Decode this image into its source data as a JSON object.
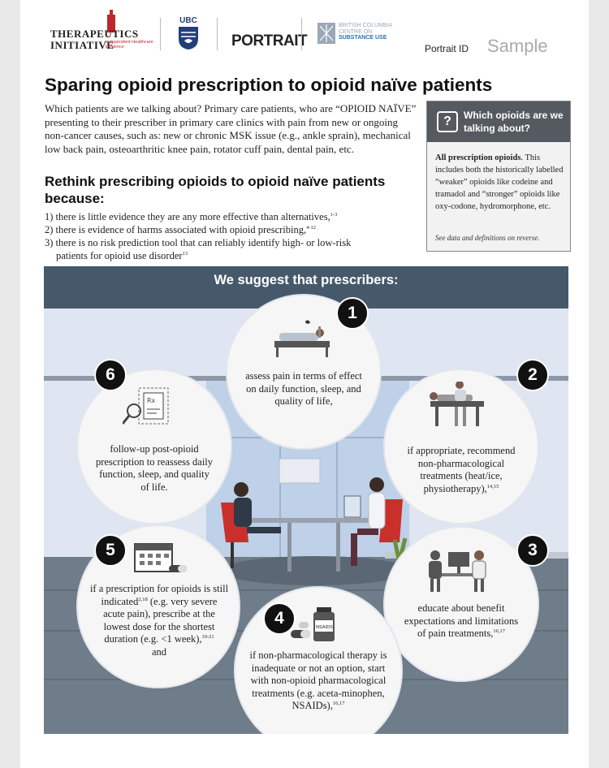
{
  "header": {
    "logos": {
      "ti_line1": "THERAPEUTICS",
      "ti_line2": "INITIATIVE",
      "ti_tagline": "Independent Healthcare Evidence",
      "ubc": "UBC",
      "portrait": "PORTRAIT",
      "bccsu_line1": "BRITISH COLUMBIA",
      "bccsu_line2": "CENTRE ON",
      "bccsu_line3": "SUBSTANCE USE"
    },
    "portrait_id_label": "Portrait ID",
    "portrait_id_value": "Sample"
  },
  "title": "Sparing opioid prescription to opioid naïve patients",
  "intro": "Which patients are we talking about? Primary care patients, who are “OPIOID NAÏVE” presenting to their prescriber in primary care clinics with pain from new or ongoing non-cancer causes, such as: new or chronic MSK issue (e.g., ankle sprain), mechanical low back pain, osteoarthritic knee pain, rotator cuff pain, dental pain, etc.",
  "rethink_heading": "Rethink prescribing opioids to opioid naïve patients because:",
  "reasons": [
    {
      "text": "1) there is little evidence they are any more effective than alternatives,",
      "ref": "1-3"
    },
    {
      "text": "2) there is evidence of harms associated with opioid prescribing,",
      "ref": "4-12"
    },
    {
      "text": "3) there is no risk prediction tool that can reliably identify high- or low-risk",
      "text2": "patients for opioid use disorder",
      "ref": "13"
    }
  ],
  "sidebar": {
    "icon": "question-icon",
    "title": "Which opioids are we talking about?",
    "body_bold": "All prescription opioids",
    "body": ". This includes both the historically labelled “weaker” opioids like codeine and tramadol and “stronger” opioids like oxy-codone, hydromorphone, etc.",
    "note": "See data and definitions on reverse."
  },
  "panel": {
    "title": "We suggest that prescribers:",
    "steps": [
      {
        "num": "1",
        "text": "assess pain in terms of effect on daily function, sleep, and quality of life,",
        "ref": "",
        "icon": "sleeping-patient-icon"
      },
      {
        "num": "2",
        "text": "if appropriate, recommend non-pharmacological treatments (heat/ice, physiotherapy),",
        "ref": "14,15",
        "icon": "physiotherapy-table-icon"
      },
      {
        "num": "3",
        "text": "educate about benefit expectations and limitations of pain treatments,",
        "ref": "16,17",
        "icon": "doctor-patient-screen-icon"
      },
      {
        "num": "4",
        "text": "if non-pharmacological therapy is inadequate or not an option, start with non-opioid pharmacological treatments (e.g. aceta-minophen, NSAIDs),",
        "ref": "16,17",
        "icon": "nsaids-bottle-icon",
        "bottle_label": "NSAIDS"
      },
      {
        "num": "5",
        "text_a": "if a prescription for opioids is still indicated",
        "ref_a": "2,18",
        "text_b": " (e.g. very severe acute pain), prescribe at the lowest dose for the shortest duration (e.g. <1 week),",
        "ref": "19-21",
        "text_c": "and",
        "icon": "calendar-pill-icon"
      },
      {
        "num": "6",
        "text": "follow-up post-opioid prescription to reassess daily function, sleep, and quality of life.",
        "ref": "",
        "icon": "prescription-magnifier-icon"
      }
    ]
  },
  "colors": {
    "panel_header": "#46596b",
    "sidebar_header": "#555a60",
    "chair_red": "#c9302c",
    "badge": "#111111"
  }
}
